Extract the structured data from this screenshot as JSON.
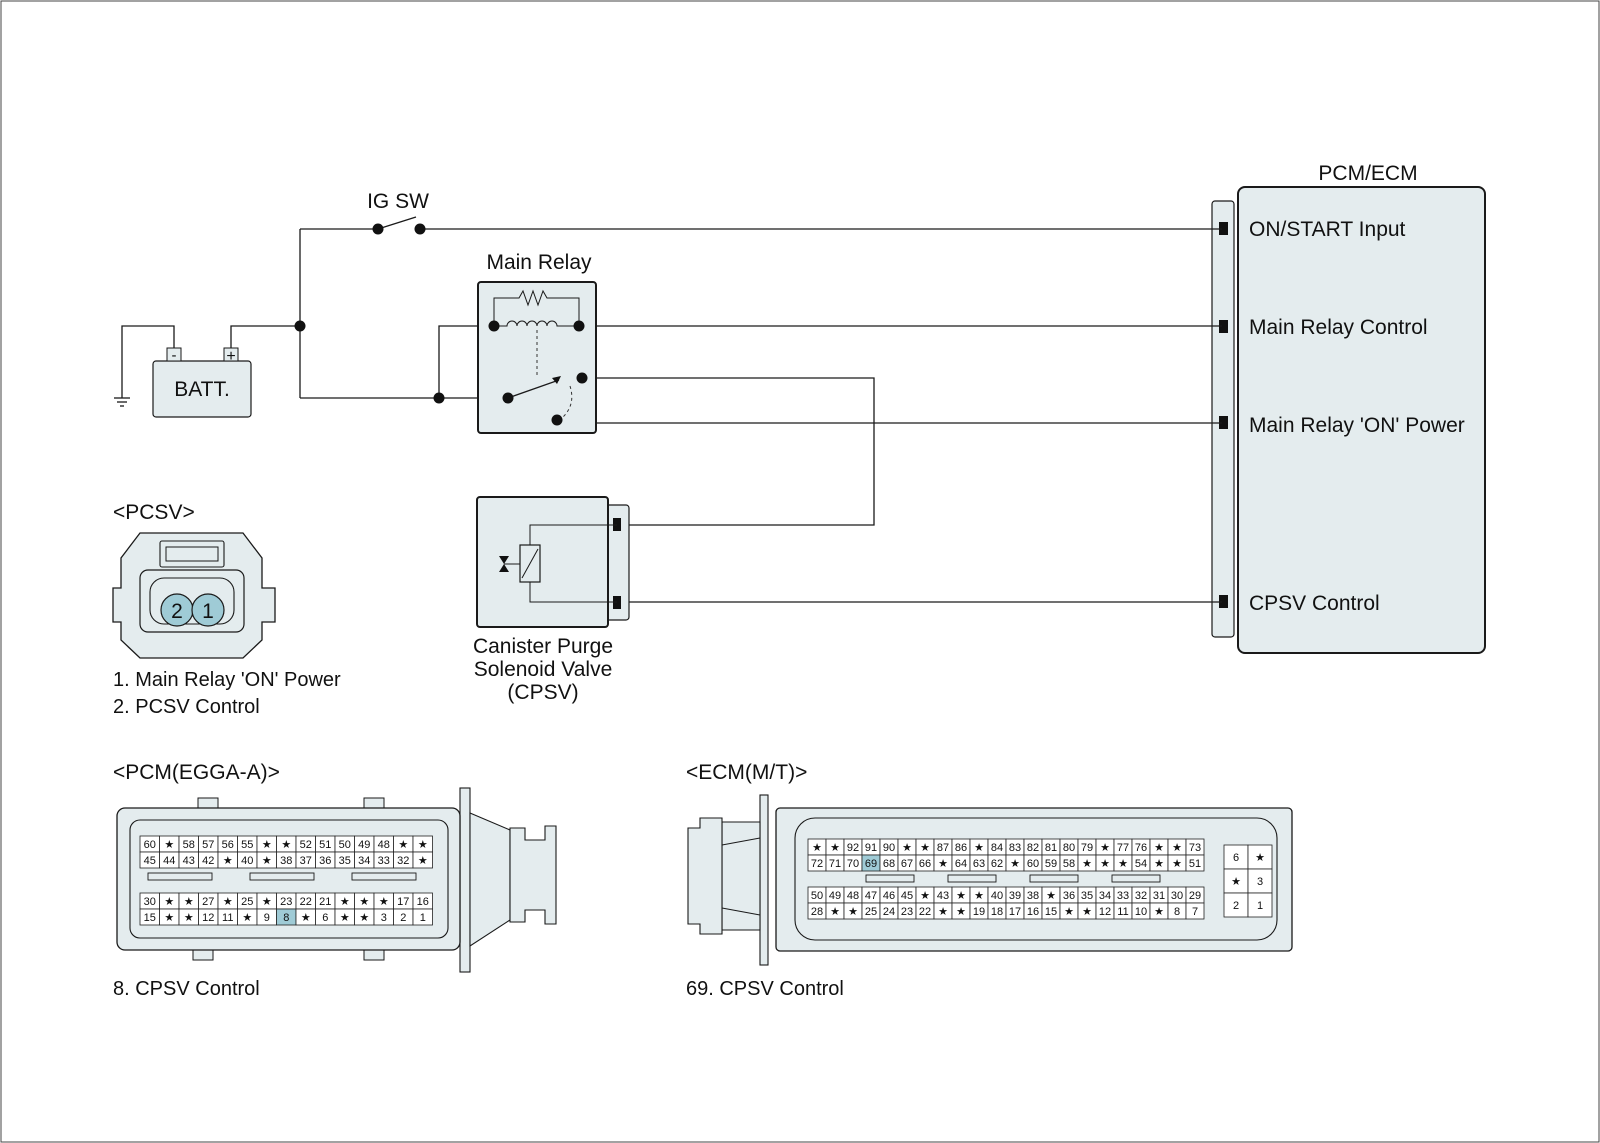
{
  "diagram": {
    "pcm_ecm": {
      "title": "PCM/ECM",
      "terminals": [
        "ON/START Input",
        "Main Relay Control",
        "Main Relay 'ON' Power",
        "CPSV Control"
      ]
    },
    "ig_sw": "IG SW",
    "main_relay": "Main Relay",
    "battery": {
      "label": "BATT.",
      "neg": "-",
      "pos": "+"
    },
    "cpsv": {
      "line1": "Canister Purge",
      "line2": "Solenoid Valve",
      "line3": "(CPSV)"
    },
    "pcsv_connector": {
      "title": "<PCSV>",
      "pins": [
        "2",
        "1"
      ],
      "legend": [
        "1. Main Relay 'ON' Power",
        "2. PCSV Control"
      ]
    },
    "pcm_connector": {
      "title": "<PCM(EGGA-A)>",
      "caption": "8. CPSV Control",
      "highlight": "8",
      "top_rows": [
        [
          "60",
          "★",
          "58",
          "57",
          "56",
          "55",
          "★",
          "★",
          "52",
          "51",
          "50",
          "49",
          "48",
          "★",
          "★"
        ],
        [
          "45",
          "44",
          "43",
          "42",
          "★",
          "40",
          "★",
          "38",
          "37",
          "36",
          "35",
          "34",
          "33",
          "32",
          "★"
        ]
      ],
      "bottom_rows": [
        [
          "30",
          "★",
          "★",
          "27",
          "★",
          "25",
          "★",
          "23",
          "22",
          "21",
          "★",
          "★",
          "★",
          "17",
          "16"
        ],
        [
          "15",
          "★",
          "★",
          "12",
          "11",
          "★",
          "9",
          "8",
          "★",
          "6",
          "★",
          "★",
          "3",
          "2",
          "1"
        ]
      ]
    },
    "ecm_connector": {
      "title": "<ECM(M/T)>",
      "caption": "69. CPSV Control",
      "highlight": "69",
      "top_rows": [
        [
          "★",
          "★",
          "92",
          "91",
          "90",
          "★",
          "★",
          "87",
          "86",
          "★",
          "84",
          "83",
          "82",
          "81",
          "80",
          "79",
          "★",
          "77",
          "76",
          "★",
          "★",
          "73"
        ],
        [
          "72",
          "71",
          "70",
          "69",
          "68",
          "67",
          "66",
          "★",
          "64",
          "63",
          "62",
          "★",
          "60",
          "59",
          "58",
          "★",
          "★",
          "★",
          "54",
          "★",
          "★",
          "51"
        ]
      ],
      "bottom_rows": [
        [
          "50",
          "49",
          "48",
          "47",
          "46",
          "45",
          "★",
          "43",
          "★",
          "★",
          "40",
          "39",
          "38",
          "★",
          "36",
          "35",
          "34",
          "33",
          "32",
          "31",
          "30",
          "29"
        ],
        [
          "28",
          "★",
          "★",
          "25",
          "24",
          "23",
          "22",
          "★",
          "★",
          "19",
          "18",
          "17",
          "16",
          "15",
          "★",
          "★",
          "12",
          "11",
          "10",
          "★",
          "8",
          "7"
        ]
      ],
      "side_grid": [
        [
          "6",
          "★"
        ],
        [
          "★",
          "3"
        ],
        [
          "2",
          "1"
        ]
      ]
    }
  }
}
